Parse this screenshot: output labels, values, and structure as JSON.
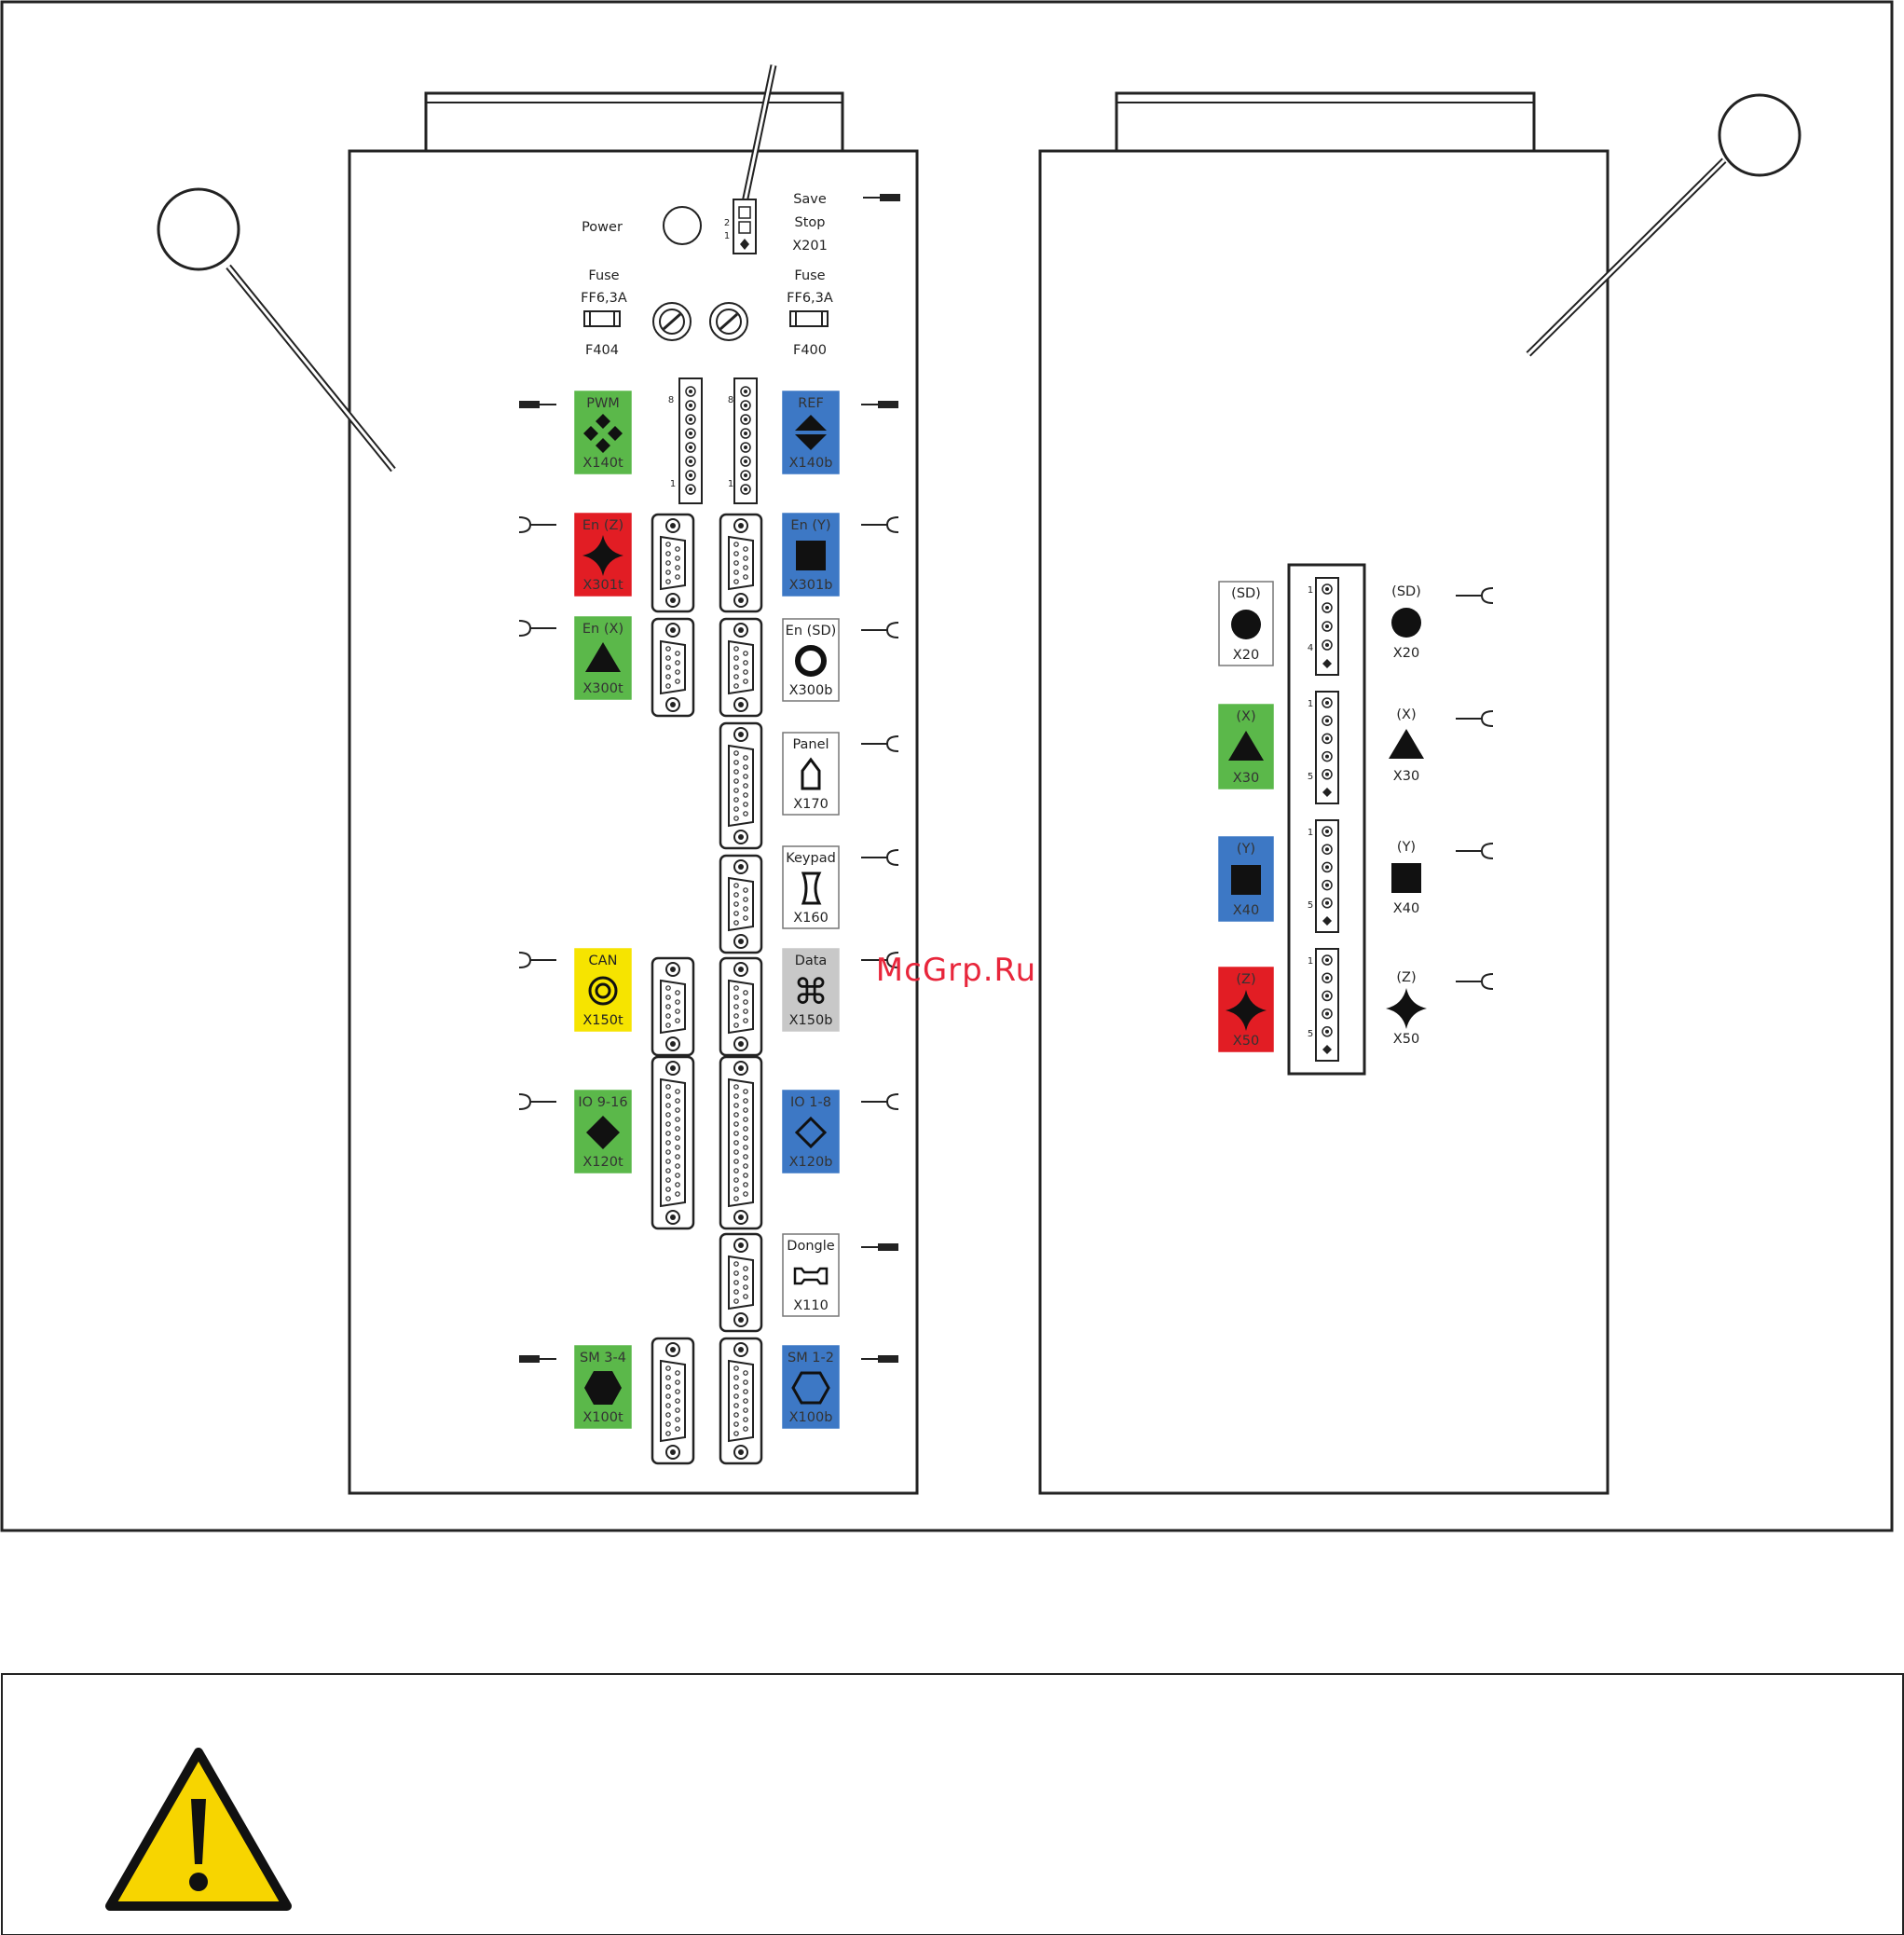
{
  "watermark": "McGrp.Ru",
  "left_panel": {
    "power_label": "Power",
    "save_stop": [
      "Save",
      "Stop",
      "X201"
    ],
    "fuse_left": [
      "Fuse",
      "FF6,3A",
      "F404"
    ],
    "fuse_right": [
      "Fuse",
      "FF6,3A",
      "F400"
    ],
    "pins_top": [
      "8",
      "1"
    ],
    "pins_savestop": [
      "2",
      "1"
    ],
    "labels_left": [
      {
        "key": "pwm",
        "title": "PWM",
        "code": "X140t",
        "color": "#5bb84a",
        "icon": "diamond-cluster-icon"
      },
      {
        "key": "enz",
        "title": "En (Z)",
        "code": "X301t",
        "color": "#e21d24",
        "icon": "four-point-star-icon"
      },
      {
        "key": "enx",
        "title": "En (X)",
        "code": "X300t",
        "color": "#5bb84a",
        "icon": "triangle-icon"
      },
      {
        "key": "can",
        "title": "CAN",
        "code": "X150t",
        "color": "#f6e400",
        "icon": "target-icon"
      },
      {
        "key": "io916",
        "title": "IO 9-16",
        "code": "X120t",
        "color": "#5bb84a",
        "icon": "diamond-icon"
      },
      {
        "key": "sm34",
        "title": "SM 3-4",
        "code": "X100t",
        "color": "#5bb84a",
        "icon": "hexagon-icon"
      }
    ],
    "labels_right": [
      {
        "key": "ref",
        "title": "REF",
        "code": "X140b",
        "color": "#3d78c5",
        "icon": "double-triangle-icon"
      },
      {
        "key": "eny",
        "title": "En (Y)",
        "code": "X301b",
        "color": "#3d78c5",
        "icon": "square-icon"
      },
      {
        "key": "ensd",
        "title": "En (SD)",
        "code": "X300b",
        "color": "#ffffff",
        "icon": "ring-icon"
      },
      {
        "key": "panel",
        "title": "Panel",
        "code": "X170",
        "color": "#ffffff",
        "icon": "panel-icon"
      },
      {
        "key": "keypad",
        "title": "Keypad",
        "code": "X160",
        "color": "#ffffff",
        "icon": "keypad-icon"
      },
      {
        "key": "data",
        "title": "Data",
        "code": "X150b",
        "color": "#c8c8c8",
        "icon": "command-icon"
      },
      {
        "key": "io18",
        "title": "IO 1-8",
        "code": "X120b",
        "color": "#3d78c5",
        "icon": "diamond-outline-icon"
      },
      {
        "key": "dongle",
        "title": "Dongle",
        "code": "X110",
        "color": "#ffffff",
        "icon": "dongle-icon"
      },
      {
        "key": "sm12",
        "title": "SM 1-2",
        "code": "X100b",
        "color": "#3d78c5",
        "icon": "hexagon-outline-icon"
      }
    ]
  },
  "right_panel": {
    "labels_left": [
      {
        "key": "sd",
        "title": "(SD)",
        "code": "X20",
        "color": "#ffffff",
        "icon": "circle-icon"
      },
      {
        "key": "x",
        "title": "(X)",
        "code": "X30",
        "color": "#5bb84a",
        "icon": "triangle-icon"
      },
      {
        "key": "y",
        "title": "(Y)",
        "code": "X40",
        "color": "#3d78c5",
        "icon": "square-icon"
      },
      {
        "key": "z",
        "title": "(Z)",
        "code": "X50",
        "color": "#e21d24",
        "icon": "four-point-star-icon"
      }
    ],
    "labels_right": [
      {
        "key": "sd",
        "title": "(SD)",
        "code": "X20",
        "icon": "circle-icon"
      },
      {
        "key": "x",
        "title": "(X)",
        "code": "X30",
        "icon": "triangle-icon"
      },
      {
        "key": "y",
        "title": "(Y)",
        "code": "X40",
        "icon": "square-icon"
      },
      {
        "key": "z",
        "title": "(Z)",
        "code": "X50",
        "icon": "four-point-star-icon"
      }
    ],
    "terminal_pins": [
      [
        "1",
        "4"
      ],
      [
        "1",
        "5"
      ],
      [
        "1",
        "5"
      ],
      [
        "1",
        "5"
      ]
    ]
  },
  "warning_icon": "warning-triangle-icon"
}
